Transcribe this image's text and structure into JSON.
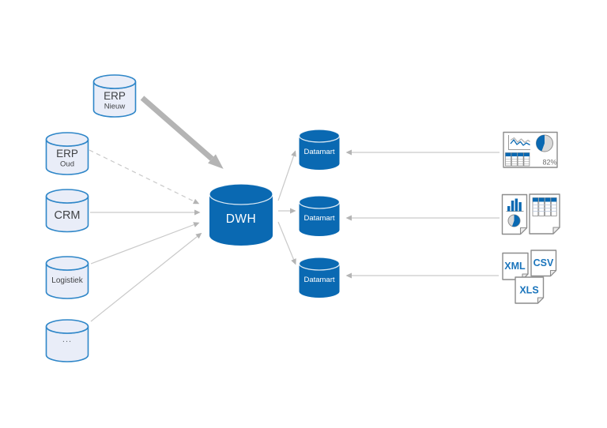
{
  "diagram_title": "",
  "colors": {
    "brand_blue": "#0a69b2",
    "light_fill": "#e9edf8",
    "light_stroke": "#2e86c8",
    "arrow_gray": "#c9c9c9",
    "arrow_head_gray": "#b4b4b4",
    "text_dark": "#404245",
    "doc_border": "#8c8c8c",
    "file_text_blue": "#1b75bc"
  },
  "nodes": {
    "erp_nieuw": {
      "label": "ERP",
      "sublabel": "Nieuw"
    },
    "erp_oud": {
      "label": "ERP",
      "sublabel": "Oud"
    },
    "crm": {
      "label": "CRM"
    },
    "logistiek": {
      "label": "Logistiek"
    },
    "other_sources": {
      "label": "..."
    },
    "dwh": {
      "label": "DWH"
    },
    "datamart_top": {
      "label": "Datamart"
    },
    "datamart_middle": {
      "label": "Datamart"
    },
    "datamart_bottom": {
      "label": "Datamart"
    }
  },
  "reports": {
    "dashboard": {
      "kpi_value": "82%"
    },
    "file_formats": {
      "xml": "XML",
      "csv": "CSV",
      "xls": "XLS"
    }
  },
  "edges": [
    {
      "from": "erp_nieuw",
      "to": "dwh",
      "style": "thick"
    },
    {
      "from": "erp_oud",
      "to": "dwh",
      "style": "dashed"
    },
    {
      "from": "crm",
      "to": "dwh",
      "style": "solid"
    },
    {
      "from": "logistiek",
      "to": "dwh",
      "style": "solid"
    },
    {
      "from": "other_sources",
      "to": "dwh",
      "style": "solid"
    },
    {
      "from": "dwh",
      "to": "datamart_top",
      "style": "solid"
    },
    {
      "from": "dwh",
      "to": "datamart_middle",
      "style": "solid"
    },
    {
      "from": "dwh",
      "to": "datamart_bottom",
      "style": "solid"
    },
    {
      "from": "dashboard_report",
      "to": "datamart_top",
      "style": "solid"
    },
    {
      "from": "chart_table_reports",
      "to": "datamart_middle",
      "style": "solid"
    },
    {
      "from": "export_files",
      "to": "datamart_bottom",
      "style": "solid"
    }
  ]
}
